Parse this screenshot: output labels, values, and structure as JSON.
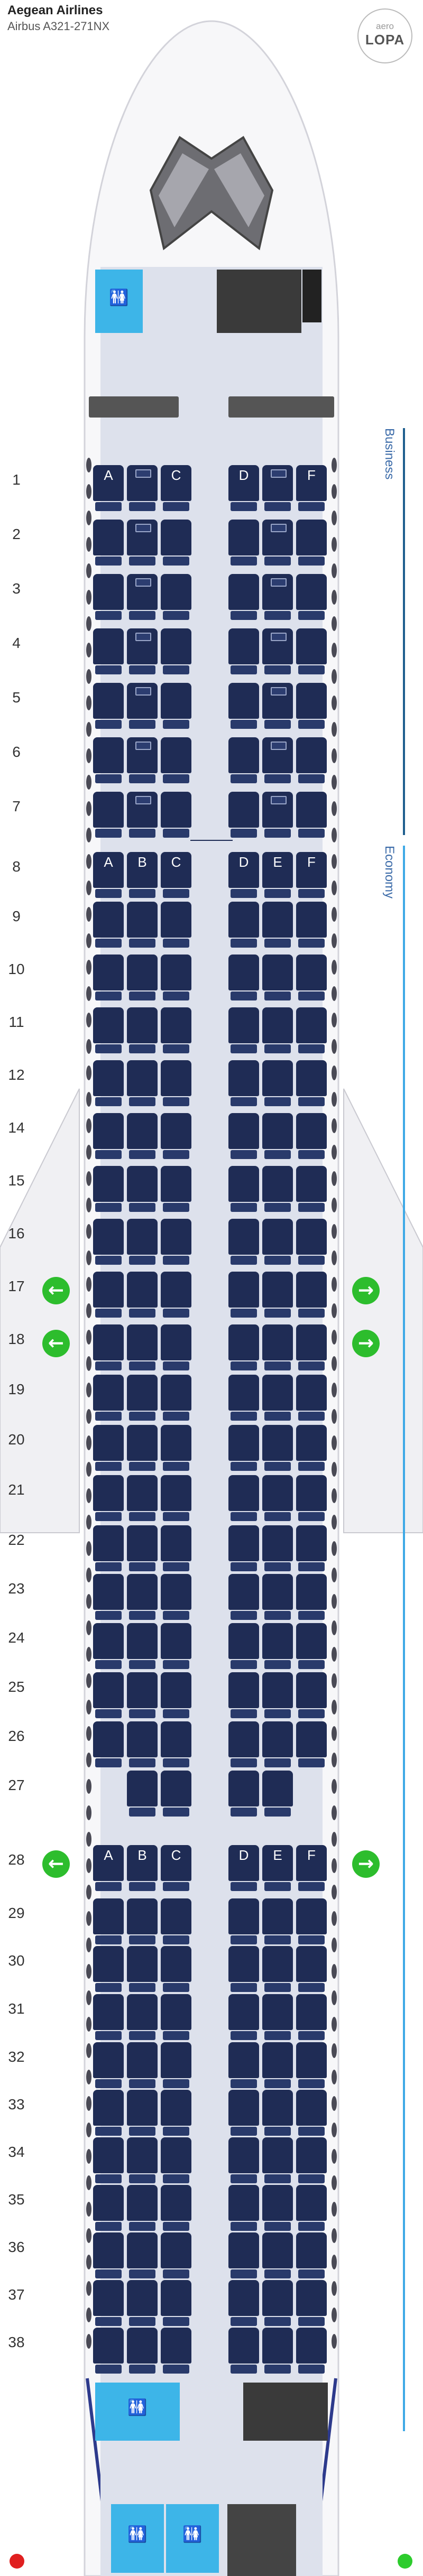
{
  "header": {
    "airline": "Aegean Airlines",
    "aircraft": "Airbus A321-271NX"
  },
  "logo": {
    "small": "aero",
    "large": "LOPA"
  },
  "classes": [
    {
      "name": "Business",
      "color": "#1f5f8f"
    },
    {
      "name": "Economy",
      "color": "#3fa9e6"
    }
  ],
  "column_letters": [
    "A",
    "B",
    "C",
    "D",
    "E",
    "F"
  ],
  "business_letters": [
    "A",
    "C",
    "D",
    "F"
  ],
  "rows": [
    "1",
    "2",
    "3",
    "4",
    "5",
    "6",
    "7",
    "8",
    "9",
    "10",
    "11",
    "12",
    "14",
    "15",
    "16",
    "17",
    "18",
    "19",
    "20",
    "21",
    "22",
    "23",
    "24",
    "25",
    "26",
    "27",
    "28",
    "29",
    "30",
    "31",
    "32",
    "33",
    "34",
    "35",
    "36",
    "37",
    "38"
  ],
  "business_rows": 7,
  "exit_rows": [
    "17",
    "18",
    "28"
  ],
  "colors": {
    "seat": "#1f2c55",
    "exit": "#2dbd2d",
    "lav": "#3db5e8",
    "cabin": "#dde1ec",
    "red_dot": "#e02020",
    "green_dot": "#2dcc2d"
  },
  "icons": {
    "lav": "lavatory-icon",
    "exit": "exit-arrow-icon",
    "baby": "baby-changing-icon"
  }
}
